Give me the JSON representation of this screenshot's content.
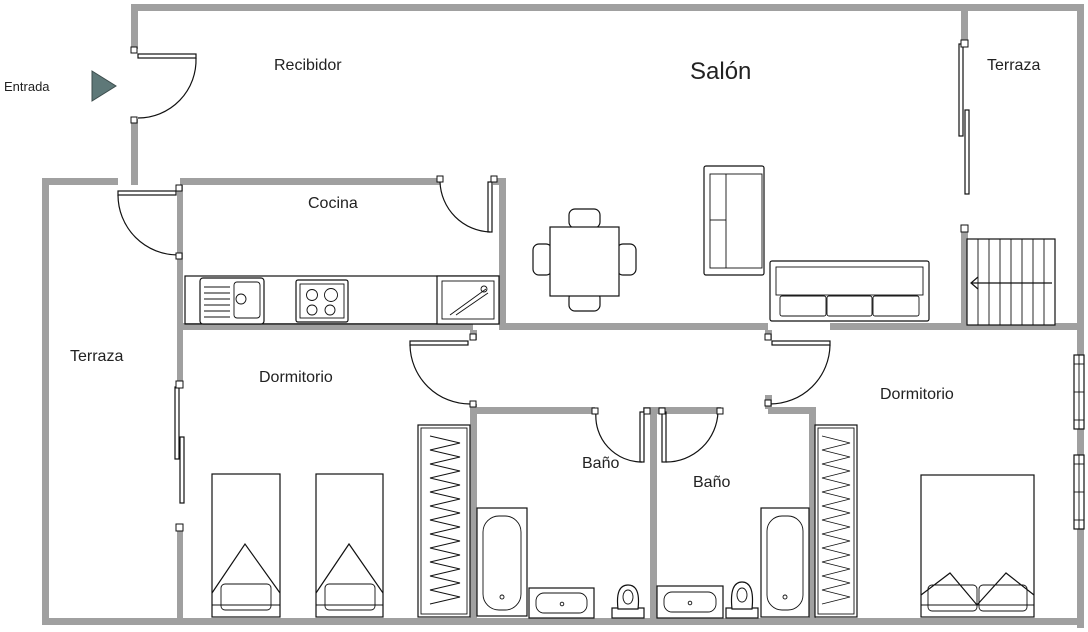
{
  "rooms": {
    "entrance": "Entrada",
    "hall": "Recibidor",
    "living": "Salón",
    "terrace_right": "Terraza",
    "kitchen": "Cocina",
    "terrace_left": "Terraza",
    "bedroom_left": "Dormitorio",
    "bathroom_left": "Baño",
    "bathroom_right": "Baño",
    "bedroom_right": "Dormitorio"
  },
  "colors": {
    "wall": "#a0a0a0",
    "entrance_arrow": "#5e7878",
    "background": "#ffffff"
  },
  "icons": [
    "entrance-arrow-icon",
    "door-icon",
    "sliding-door-icon",
    "sink-icon",
    "stove-icon",
    "shower-icon",
    "dining-table-icon",
    "armchair-icon",
    "sofa-icon",
    "staircase-icon",
    "single-bed-icon",
    "double-bed-icon",
    "wardrobe-icon",
    "bathtub-icon",
    "washbasin-icon",
    "toilet-icon",
    "window-icon"
  ]
}
